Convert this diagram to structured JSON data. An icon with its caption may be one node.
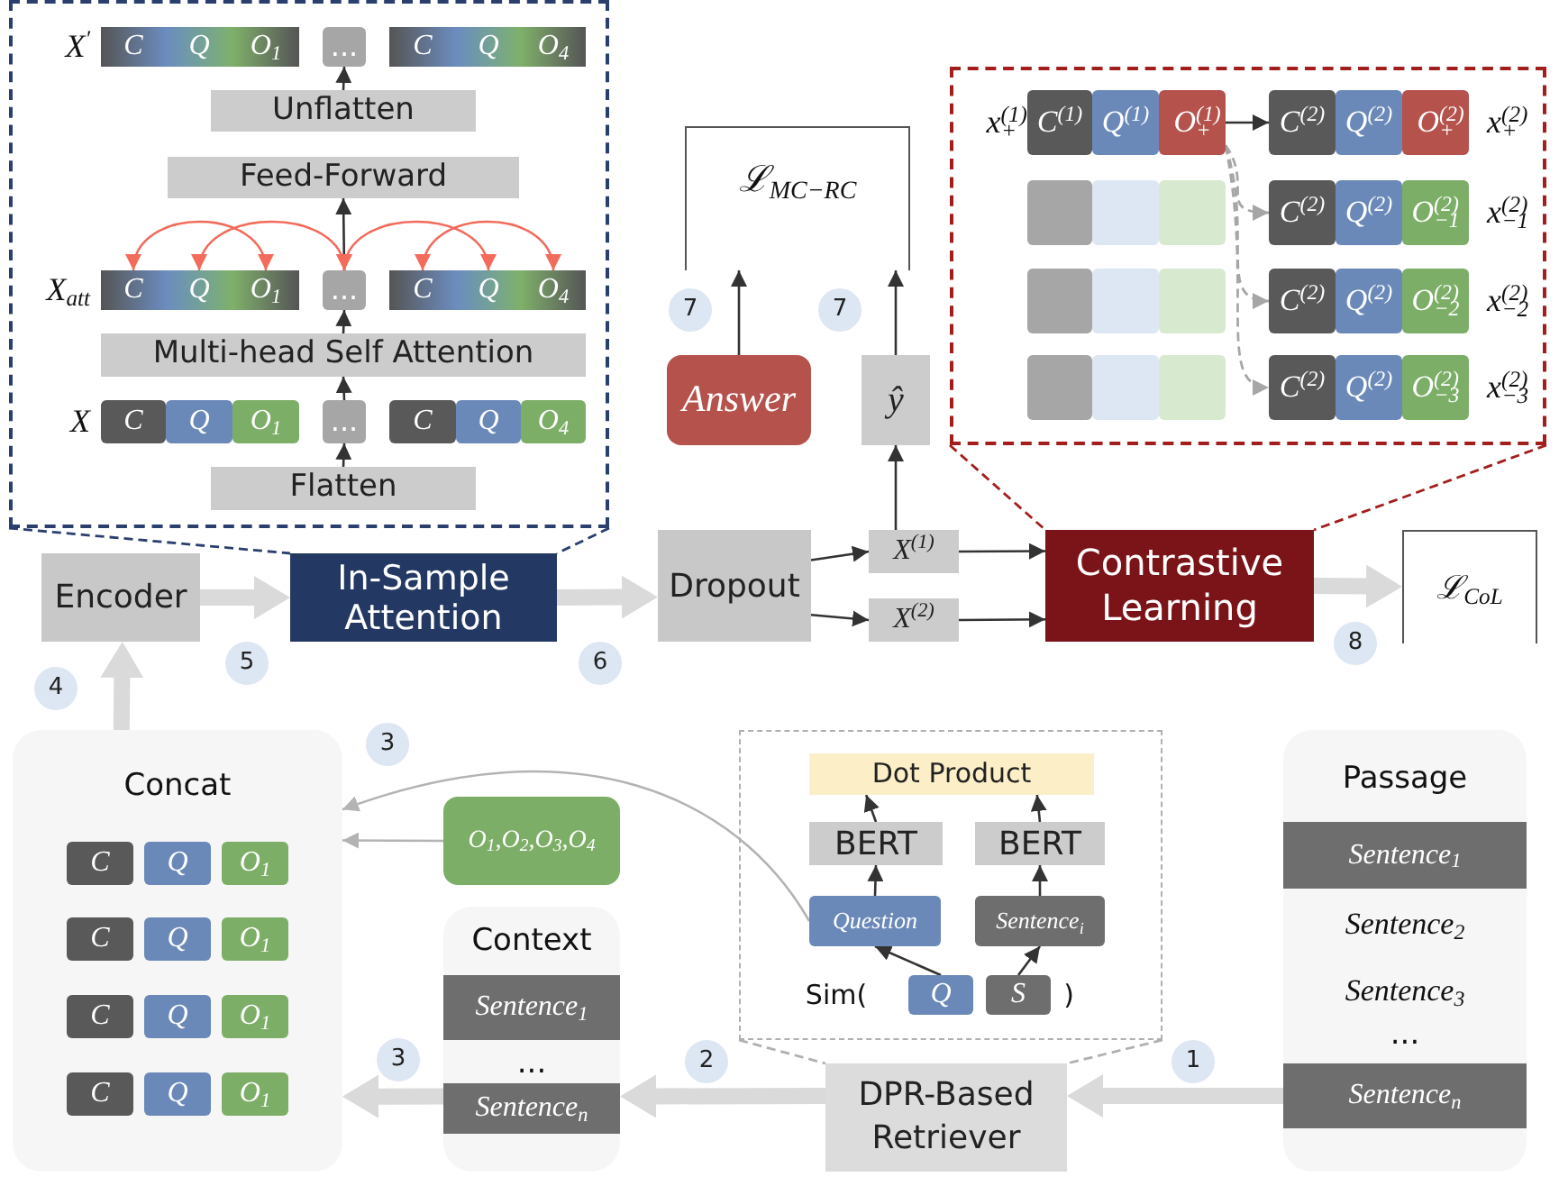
{
  "diagram": {
    "nodes": [
      {
        "text": [],
        "shape": "box"
      },
      {
        "text": [
          "C"
        ],
        "in": 0,
        "beside": [
          "X$^{′}$"
        ]
      },
      {
        "text": [
          "Q"
        ],
        "in": 0
      },
      {
        "text": [
          "O$_{1}$"
        ],
        "in": 0
      },
      {
        "text": [
          "..."
        ],
        "in": 0
      },
      {
        "text": [
          "C"
        ],
        "in": 0
      },
      {
        "text": [
          "Q"
        ],
        "in": 0
      },
      {
        "text": [
          "O$_{4}$"
        ],
        "in": 0
      },
      {
        "text": [
          "Unflatten"
        ],
        "in": 0
      },
      {
        "text": [
          "Feed-Forward"
        ],
        "in": 0
      },
      {
        "text": [
          "C"
        ],
        "in": 0,
        "beside": [
          "X$_{att}$"
        ]
      },
      {
        "text": [
          "Q"
        ],
        "in": 0
      },
      {
        "text": [
          "O$_{1}$"
        ],
        "in": 0
      },
      {
        "text": [
          "..."
        ],
        "in": 0
      },
      {
        "text": [
          "C"
        ],
        "in": 0
      },
      {
        "text": [
          "Q"
        ],
        "in": 0
      },
      {
        "text": [
          "O$_{4}$"
        ],
        "in": 0
      },
      {
        "text": [
          "Multi-head Self Attention"
        ],
        "in": 0
      },
      {
        "text": [
          "C"
        ],
        "in": 0,
        "beside": [
          "X"
        ]
      },
      {
        "text": [
          "Q"
        ],
        "in": 0
      },
      {
        "text": [
          "O$_{1}$"
        ],
        "in": 0
      },
      {
        "text": [
          "..."
        ],
        "in": 0
      },
      {
        "text": [
          "C"
        ],
        "in": 0
      },
      {
        "text": [
          "Q"
        ],
        "in": 0
      },
      {
        "text": [
          "O$_{4}$"
        ],
        "in": 0
      },
      {
        "text": [
          "Flatten"
        ],
        "in": 0
      },
      {
        "text": [
          "ℒ$_{MC−RC}$"
        ]
      },
      {
        "text": [
          "Answer"
        ]
      },
      {
        "text": [
          "ŷ"
        ]
      },
      {
        "text": [],
        "shape": "box"
      },
      {
        "text": [
          "C$^{(1)}$"
        ],
        "in": 29,
        "beside": [
          "x$^{(1)}$$_{+}$"
        ]
      },
      {
        "text": [
          "Q$^{(1)}$"
        ],
        "in": 29
      },
      {
        "text": [
          "O$^{(1)}$$_{+}$"
        ],
        "in": 29
      },
      {
        "text": [
          "C$^{(2)}$"
        ],
        "in": 29
      },
      {
        "text": [
          "Q$^{(2)}$"
        ],
        "in": 29
      },
      {
        "text": [
          "O$^{(2)}$$_{+}$"
        ],
        "in": 29,
        "beside": [
          "x$^{(2)}$$_{+}$"
        ]
      },
      {
        "text": [],
        "shape": "box",
        "in": 29
      },
      {
        "text": [],
        "shape": "box",
        "in": 29
      },
      {
        "text": [],
        "shape": "box",
        "in": 29
      },
      {
        "text": [
          "C$^{(2)}$"
        ],
        "in": 29
      },
      {
        "text": [
          "Q$^{(2)}$"
        ],
        "in": 29
      },
      {
        "text": [
          "O$^{(2)}$$_{−1}$"
        ],
        "in": 29,
        "beside": [
          "x$^{(2)}$$_{−1}$"
        ]
      },
      {
        "text": [],
        "shape": "box",
        "in": 29
      },
      {
        "text": [],
        "shape": "box",
        "in": 29
      },
      {
        "text": [],
        "shape": "box",
        "in": 29
      },
      {
        "text": [
          "C$^{(2)}$"
        ],
        "in": 29
      },
      {
        "text": [
          "Q$^{(2)}$"
        ],
        "in": 29
      },
      {
        "text": [
          "O$^{(2)}$$_{−2}$"
        ],
        "in": 29,
        "beside": [
          "x$^{(2)}$$_{−2}$"
        ]
      },
      {
        "text": [],
        "shape": "box",
        "in": 29
      },
      {
        "text": [],
        "shape": "box",
        "in": 29
      },
      {
        "text": [],
        "shape": "box",
        "in": 29
      },
      {
        "text": [
          "C$^{(2)}$"
        ],
        "in": 29
      },
      {
        "text": [
          "Q$^{(2)}$"
        ],
        "in": 29
      },
      {
        "text": [
          "O$^{(2)}$$_{−3}$"
        ],
        "in": 29,
        "beside": [
          "x$^{(2)}$$_{−3}$"
        ]
      },
      {
        "text": [
          "Encoder"
        ]
      },
      {
        "text": [
          "In-Sample Attention"
        ]
      },
      {
        "text": [
          "Dropout"
        ]
      },
      {
        "text": [
          "X$^{(1)}$"
        ]
      },
      {
        "text": [
          "X$^{(2)}$"
        ]
      },
      {
        "text": [
          "Contrastive Learning"
        ]
      },
      {
        "text": [
          "ℒ$_{CoL}$"
        ]
      },
      {
        "text": [
          "Concat"
        ]
      },
      {
        "text": [
          "C"
        ],
        "in": 61
      },
      {
        "text": [
          "Q"
        ],
        "in": 61
      },
      {
        "text": [
          "O$_{1}$"
        ],
        "in": 61
      },
      {
        "text": [
          "C"
        ],
        "in": 61
      },
      {
        "text": [
          "Q"
        ],
        "in": 61
      },
      {
        "text": [
          "O$_{1}$"
        ],
        "in": 61
      },
      {
        "text": [
          "C"
        ],
        "in": 61
      },
      {
        "text": [
          "Q"
        ],
        "in": 61
      },
      {
        "text": [
          "O$_{1}$"
        ],
        "in": 61
      },
      {
        "text": [
          "C"
        ],
        "in": 61
      },
      {
        "text": [
          "Q"
        ],
        "in": 61
      },
      {
        "text": [
          "O$_{1}$"
        ],
        "in": 61
      },
      {
        "text": [
          "O$_{1}$,O$_{2}$,O$_{3}$,O$_{4}$"
        ]
      },
      {
        "text": [
          "Context",
          "..."
        ]
      },
      {
        "text": [
          "Sentence$_{1}$"
        ],
        "in": 75
      },
      {
        "text": [
          "Sentence$_{n}$"
        ],
        "in": 75
      },
      {
        "text": [],
        "shape": "box"
      },
      {
        "text": [
          "Dot Product"
        ],
        "in": 78
      },
      {
        "text": [
          "BERT"
        ],
        "in": 78
      },
      {
        "text": [
          "BERT"
        ],
        "in": 78
      },
      {
        "text": [
          "Question"
        ],
        "in": 78
      },
      {
        "text": [
          "Sentence$_{i}$"
        ],
        "in": 78
      },
      {
        "text": [
          "Q"
        ],
        "in": 78
      },
      {
        "text": [
          "S"
        ],
        "in": 78
      },
      {
        "text": [
          "DPR-Based Retriever"
        ]
      },
      {
        "text": [
          "Passage",
          "Sentence$_{2}$",
          "Sentence$_{3}$",
          "..."
        ]
      },
      {
        "text": [
          "Sentence$_{1}$"
        ],
        "in": 87
      },
      {
        "text": [
          "Sentence$_{n}$"
        ],
        "in": 87
      }
    ],
    "edges": [
      {
        "from": 25,
        "to": 21,
        "arrow": "to"
      },
      {
        "from": 21,
        "to": 17,
        "arrow": "to"
      },
      {
        "from": 17,
        "to": 13,
        "arrow": "to"
      },
      {
        "from": 13,
        "to": 9,
        "arrow": "to"
      },
      {
        "from": 8,
        "to": 4,
        "arrow": "to"
      },
      {
        "from": 10,
        "to": 12,
        "arrow": "both",
        "color": "#f26b5b"
      },
      {
        "from": 11,
        "to": 13,
        "arrow": "both",
        "color": "#f26b5b"
      },
      {
        "from": 13,
        "to": 15,
        "arrow": "both",
        "color": "#f26b5b"
      },
      {
        "from": 14,
        "to": 16,
        "arrow": "both",
        "color": "#f26b5b"
      },
      {
        "from": 27,
        "to": 26,
        "arrow": "to"
      },
      {
        "from": 28,
        "to": 26,
        "arrow": "to"
      },
      {
        "from": 57,
        "to": 28,
        "arrow": "to"
      },
      {
        "from": 32,
        "to": 33,
        "arrow": "to"
      },
      {
        "from": 32,
        "to": 39,
        "arrow": "to",
        "style": "dashed",
        "color": "#a6a6a6"
      },
      {
        "from": 32,
        "to": 45,
        "arrow": "to",
        "style": "dashed",
        "color": "#a6a6a6"
      },
      {
        "from": 32,
        "to": 51,
        "arrow": "to",
        "style": "dashed",
        "color": "#a6a6a6"
      },
      {
        "from": 54,
        "to": 55,
        "arrow": "to",
        "style": "thick",
        "color": "#dadada"
      },
      {
        "from": 55,
        "to": 56,
        "arrow": "to",
        "style": "thick",
        "color": "#dadada"
      },
      {
        "from": 56,
        "to": 57,
        "arrow": "to"
      },
      {
        "from": 56,
        "to": 58,
        "arrow": "to"
      },
      {
        "from": 57,
        "to": 59,
        "arrow": "to"
      },
      {
        "from": 58,
        "to": 59,
        "arrow": "to"
      },
      {
        "from": 59,
        "to": 60,
        "arrow": "to",
        "style": "thick",
        "color": "#dadada"
      },
      {
        "from": 61,
        "to": 54,
        "arrow": "to",
        "style": "thick",
        "color": "#dadada"
      },
      {
        "from": 0,
        "to": 55,
        "arrow": "none",
        "style": "dashed",
        "color": "#2a3f6e"
      },
      {
        "from": 0,
        "to": 55,
        "arrow": "none",
        "style": "dashed",
        "color": "#2a3f6e"
      },
      {
        "from": 29,
        "to": 59,
        "arrow": "none",
        "style": "dashed",
        "color": "#a31d1d"
      },
      {
        "from": 29,
        "to": 59,
        "arrow": "none",
        "style": "dashed",
        "color": "#a31d1d"
      },
      {
        "from": 82,
        "to": 61,
        "arrow": "to",
        "color": "#b3b3b3"
      },
      {
        "from": 74,
        "to": 61,
        "arrow": "to",
        "color": "#b3b3b3"
      },
      {
        "from": 77,
        "to": 61,
        "arrow": "to",
        "style": "thick",
        "color": "#dadada"
      },
      {
        "from": 86,
        "to": 77,
        "arrow": "to",
        "style": "thick",
        "color": "#dadada"
      },
      {
        "from": 89,
        "to": 86,
        "arrow": "to",
        "style": "thick",
        "color": "#dadada"
      },
      {
        "from": 78,
        "to": 86,
        "arrow": "none",
        "style": "dashed",
        "color": "#b0b0b0"
      },
      {
        "from": 78,
        "to": 86,
        "arrow": "none",
        "style": "dashed",
        "color": "#b0b0b0"
      },
      {
        "from": 84,
        "to": 82,
        "arrow": "to"
      },
      {
        "from": 85,
        "to": 83,
        "arrow": "to"
      },
      {
        "from": 82,
        "to": 80,
        "arrow": "to"
      },
      {
        "from": 83,
        "to": 81,
        "arrow": "to"
      },
      {
        "from": 80,
        "to": 79,
        "arrow": "to"
      },
      {
        "from": 81,
        "to": 79,
        "arrow": "to"
      }
    ],
    "labels": [
      "7",
      "7",
      "8",
      "5",
      "6",
      "4",
      "3",
      "Sim(",
      ")",
      "3",
      "2",
      "1"
    ]
  }
}
